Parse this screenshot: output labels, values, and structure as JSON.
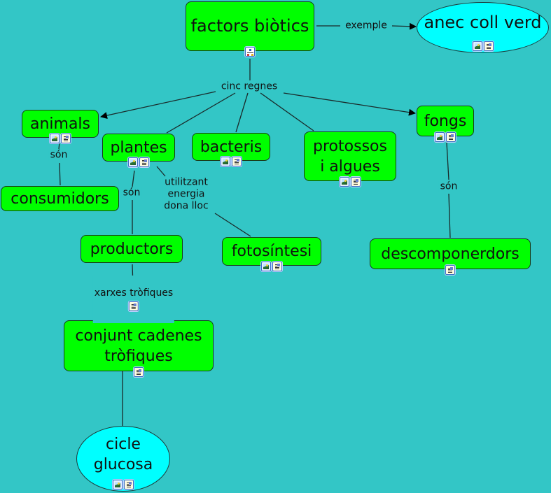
{
  "concepts": [
    {
      "id": "factors",
      "label": "factors biòtics",
      "shape": "box",
      "icons": [
        "map-icon"
      ]
    },
    {
      "id": "anec",
      "label": "anec coll verd",
      "shape": "oval",
      "icons": [
        "image-icon",
        "document-icon"
      ]
    },
    {
      "id": "animals",
      "label": "animals",
      "shape": "box",
      "icons": [
        "image-icon",
        "document-icon"
      ]
    },
    {
      "id": "plantes",
      "label": "plantes",
      "shape": "box",
      "icons": [
        "image-icon",
        "document-icon"
      ]
    },
    {
      "id": "bacteris",
      "label": "bacteris",
      "shape": "box",
      "icons": [
        "image-icon",
        "document-icon"
      ]
    },
    {
      "id": "protossos",
      "label": "protossos\ni algues",
      "shape": "box",
      "icons": [
        "image-icon",
        "document-icon"
      ]
    },
    {
      "id": "fongs",
      "label": "fongs",
      "shape": "box",
      "icons": [
        "image-icon",
        "document-icon"
      ]
    },
    {
      "id": "consumidors",
      "label": "consumidors",
      "shape": "box",
      "icons": []
    },
    {
      "id": "productors",
      "label": "productors",
      "shape": "box",
      "icons": []
    },
    {
      "id": "fotosintesi",
      "label": "fotosíntesi",
      "shape": "box",
      "icons": [
        "image-icon",
        "document-icon"
      ]
    },
    {
      "id": "descomponerdors",
      "label": "descomponerdors",
      "shape": "box",
      "icons": [
        "document-icon"
      ]
    },
    {
      "id": "conjunt",
      "label": "conjunt cadenes\ntròfiques",
      "shape": "box",
      "icons": [
        "document-icon"
      ]
    },
    {
      "id": "cicle",
      "label": "cicle\nglucosa",
      "shape": "oval",
      "icons": [
        "image-icon",
        "document-icon"
      ]
    }
  ],
  "linking_phrases": [
    {
      "id": "exemple",
      "label": "exemple",
      "icons": []
    },
    {
      "id": "cinc",
      "label": "cinc regnes",
      "icons": []
    },
    {
      "id": "son_animals",
      "label": "són",
      "icons": []
    },
    {
      "id": "son_plantes",
      "label": "són",
      "icons": []
    },
    {
      "id": "utilitzant",
      "label": "utilitzant\nenergia\ndona lloc",
      "icons": []
    },
    {
      "id": "son_fongs",
      "label": "són",
      "icons": []
    },
    {
      "id": "xarxes",
      "label": "xarxes tròfiques",
      "icons": [
        "document-icon"
      ]
    }
  ],
  "connections": [
    {
      "from": "factors",
      "to": "exemple",
      "arrow": false
    },
    {
      "from": "exemple",
      "to": "anec",
      "arrow": true
    },
    {
      "from": "factors",
      "to": "cinc",
      "arrow": false
    },
    {
      "from": "cinc",
      "to": "animals",
      "arrow": true
    },
    {
      "from": "cinc",
      "to": "plantes",
      "arrow": false
    },
    {
      "from": "cinc",
      "to": "bacteris",
      "arrow": false
    },
    {
      "from": "cinc",
      "to": "protossos",
      "arrow": false
    },
    {
      "from": "cinc",
      "to": "fongs",
      "arrow": true
    },
    {
      "from": "animals",
      "to": "son_animals",
      "arrow": false
    },
    {
      "from": "son_animals",
      "to": "consumidors",
      "arrow": false
    },
    {
      "from": "plantes",
      "to": "son_plantes",
      "arrow": false
    },
    {
      "from": "son_plantes",
      "to": "productors",
      "arrow": false
    },
    {
      "from": "plantes",
      "to": "utilitzant",
      "arrow": false
    },
    {
      "from": "utilitzant",
      "to": "fotosintesi",
      "arrow": false
    },
    {
      "from": "fongs",
      "to": "son_fongs",
      "arrow": false
    },
    {
      "from": "son_fongs",
      "to": "descomponerdors",
      "arrow": false
    },
    {
      "from": "productors",
      "to": "xarxes",
      "arrow": false
    },
    {
      "from": "xarxes",
      "to": "conjunt",
      "arrow": false
    },
    {
      "from": "conjunt",
      "to": "cicle",
      "arrow": false
    }
  ],
  "colors": {
    "background": "#33c6c6",
    "concept_box": "#00ff00",
    "concept_oval": "#00ffff",
    "line": "#1a2a2a"
  }
}
